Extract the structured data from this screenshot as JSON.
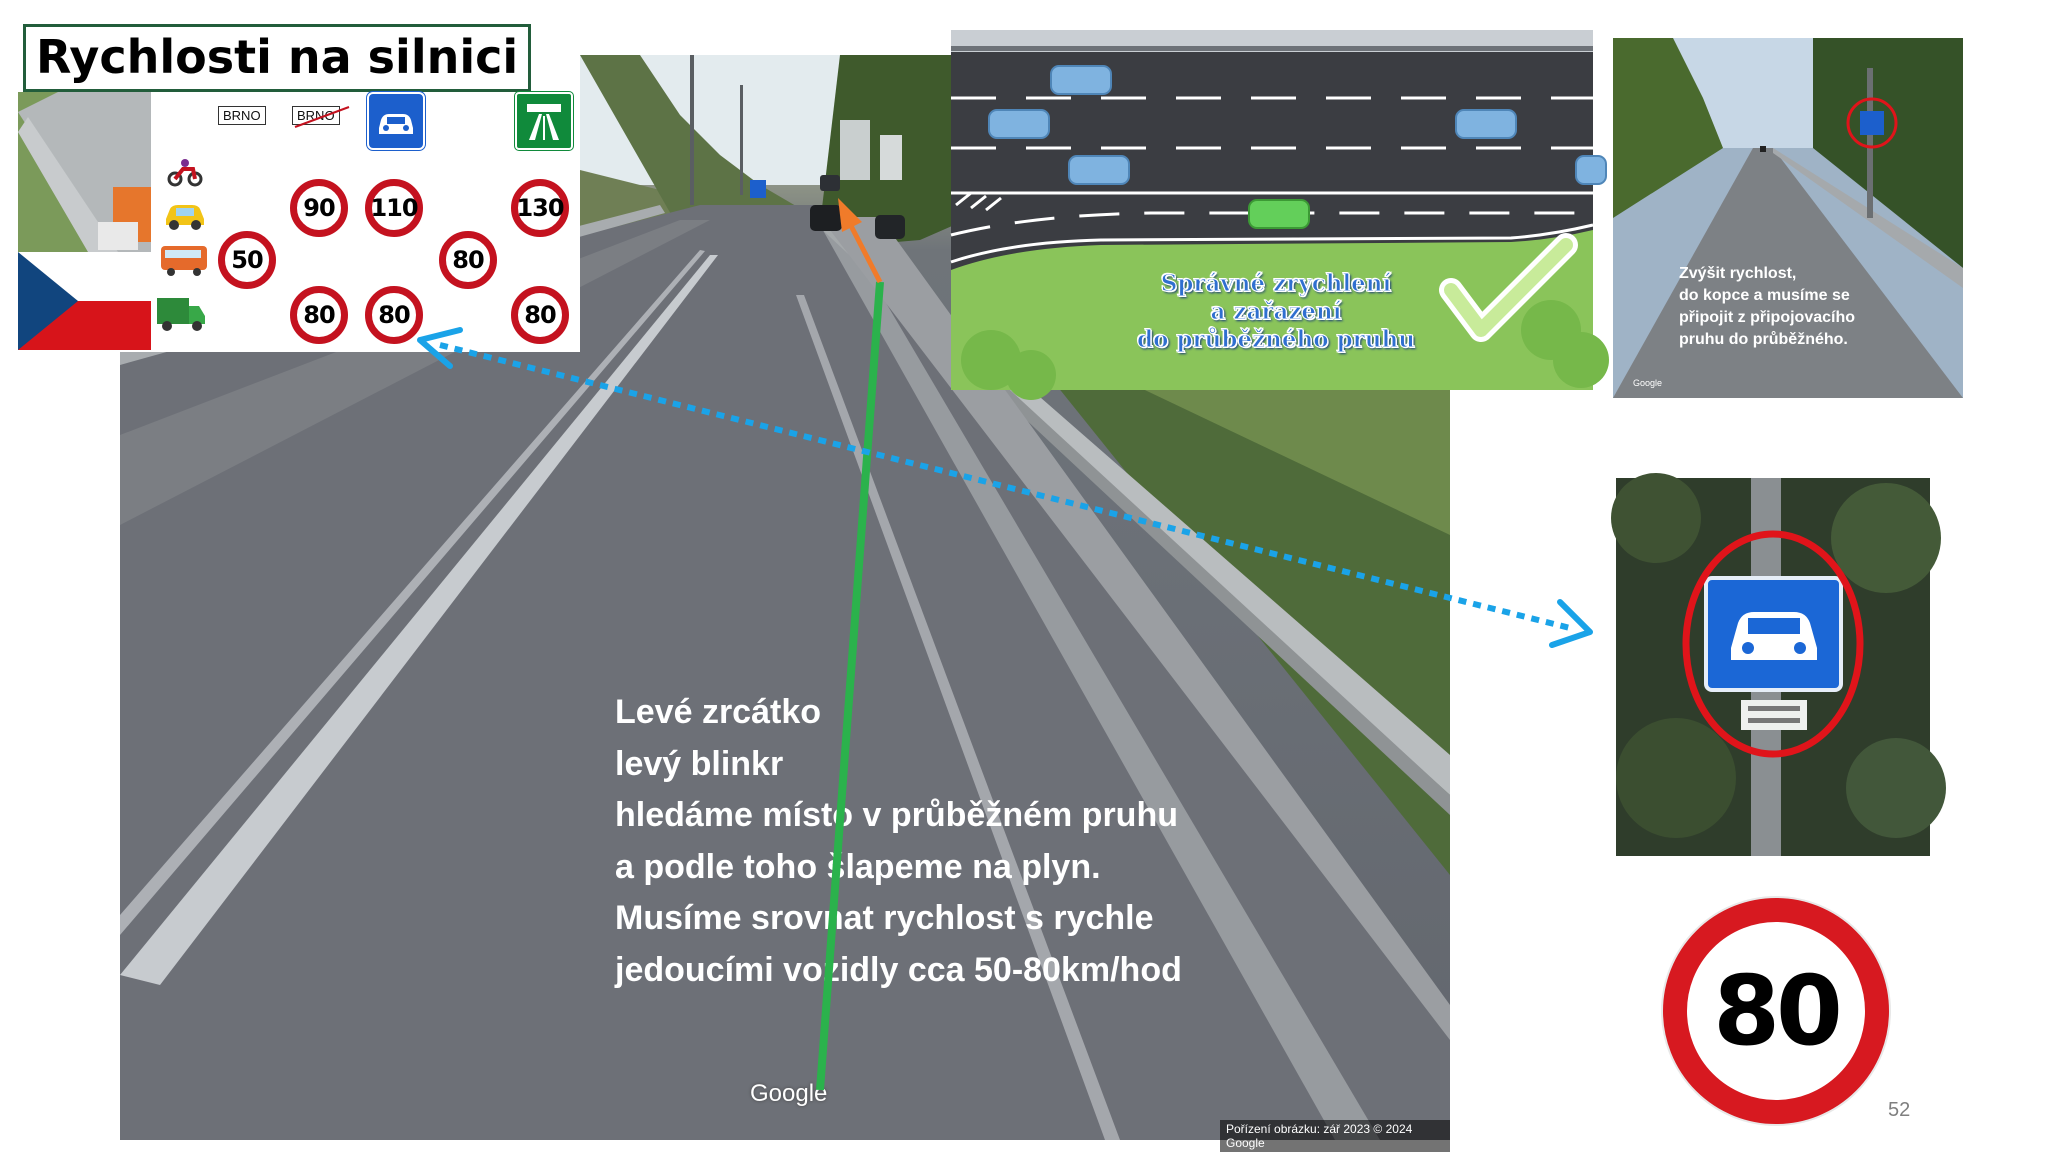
{
  "title": "Rychlosti na silnici",
  "road": {
    "lines": [
      "Levé zrcátko",
      "levý blinkr",
      "hledáme místo v průběžném pruhu",
      "a podle toho šlapeme na plyn.",
      "Musíme srovnat rychlost s rychle",
      "jedoucími vozidly cca 50-80km/hod"
    ],
    "google": "Google",
    "caption": "Pořízení obrázku: zář 2023    © 2024 Google"
  },
  "speed_chart": {
    "town_sign": "BRNO",
    "town_end_sign": "BRNO",
    "signs": {
      "m_90": "90",
      "m_110": "110",
      "m_130": "130",
      "b_50": "50",
      "b_80": "80",
      "t_80": "80",
      "t_80b": "80",
      "t_80c": "80"
    }
  },
  "cartoon": {
    "line1": "Správné zrychlení",
    "line2": "a zařazení",
    "line3": "do průběžného pruhu"
  },
  "right_photo": {
    "text": "Zvýšit rychlost,\ndo kopce a musíme se\npřipojit z připojovacího\npruhu do průběžného.",
    "google": "Google"
  },
  "big_sign": "80",
  "page_number": "52",
  "colors": {
    "arrow_blue": "#1aa3e8",
    "green_line": "#2bb24c",
    "orange_arrow": "#f07b2a",
    "sign_red": "#d71920",
    "sign_blue": "#1c5fcc"
  }
}
